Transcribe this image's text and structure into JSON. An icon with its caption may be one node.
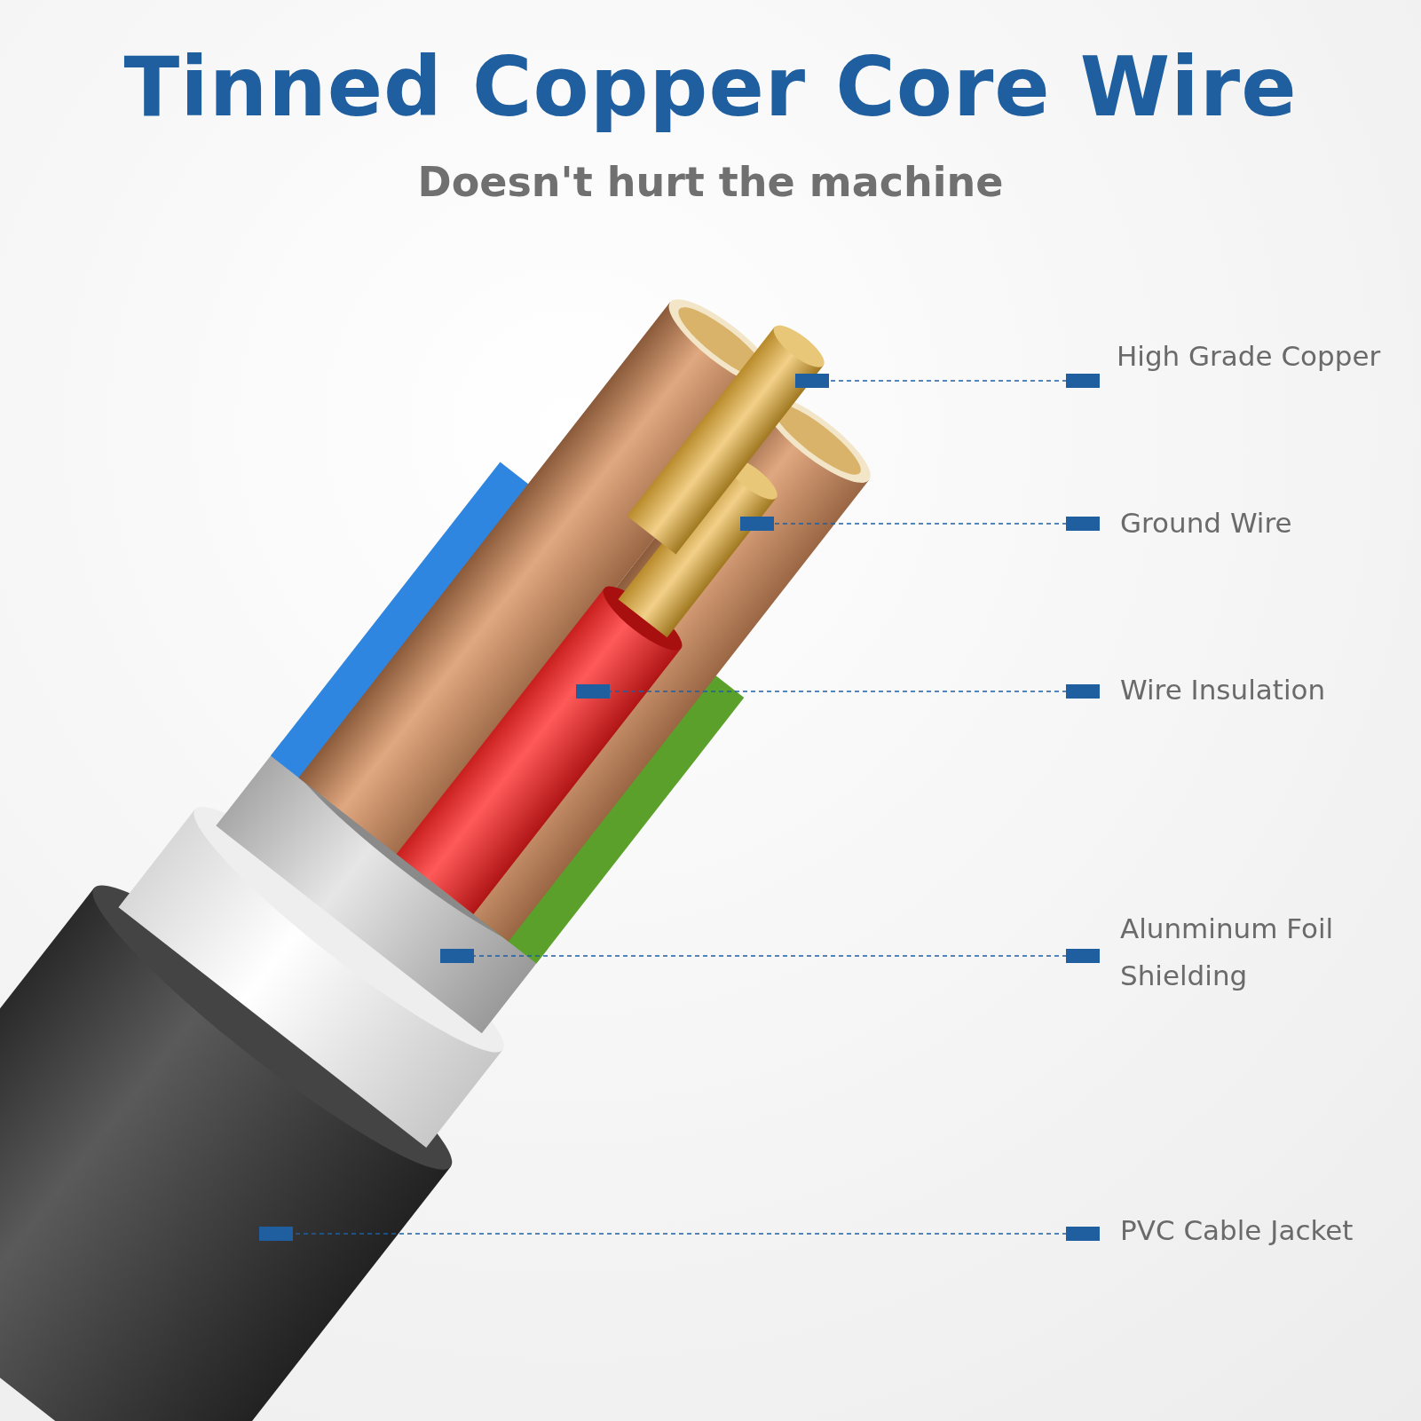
{
  "diagram": {
    "title": "Tinned Copper Core Wire",
    "nodes": [
      {
        "text": [
          "High Grade Copper"
        ]
      },
      {
        "text": [
          "Ground Wire"
        ]
      },
      {
        "text": [
          "Wire Insulation"
        ]
      },
      {
        "text": [
          "Alunminum Foil Shielding"
        ]
      },
      {
        "text": [
          "PVC Cable Jacket"
        ]
      }
    ],
    "edges": [
      {
        "from": 0,
        "to": null,
        "arrow": "other",
        "style": "dashed"
      },
      {
        "from": 1,
        "to": null,
        "arrow": "other",
        "style": "dashed"
      },
      {
        "from": 2,
        "to": null,
        "arrow": "other",
        "style": "dashed"
      },
      {
        "from": 3,
        "to": null,
        "arrow": "other",
        "style": "dashed"
      },
      {
        "from": 4,
        "to": null,
        "arrow": "other",
        "style": "dashed"
      }
    ],
    "labels": [
      "Doesn't hurt the machine"
    ]
  }
}
